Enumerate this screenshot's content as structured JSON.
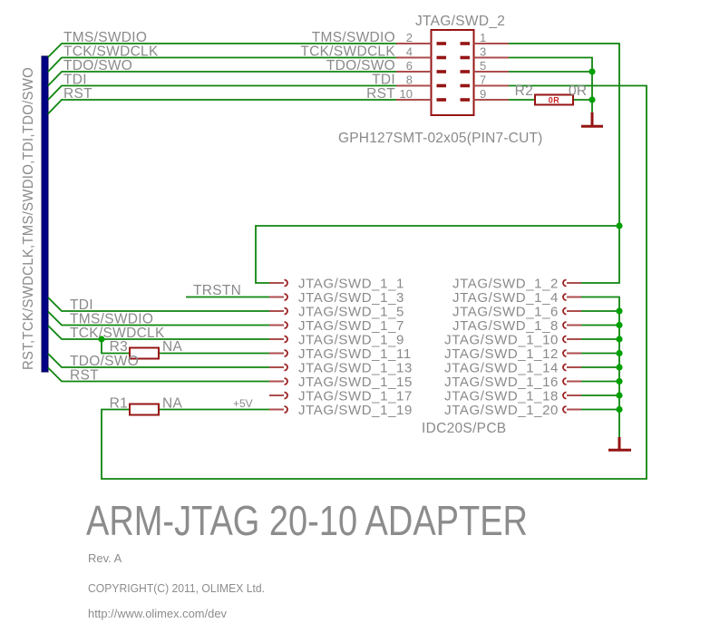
{
  "schematic": {
    "bus_label": "RST,TCK/SWDCLK,TMS/SWDIO,TDI,TDO/SWO",
    "top_connector": {
      "name": "JTAG/SWD_2",
      "package": "GPH127SMT-02x05(PIN7-CUT)",
      "left_pin_numbers": [
        "2",
        "4",
        "6",
        "8",
        "10"
      ],
      "right_pin_numbers": [
        "1",
        "3",
        "5",
        "7",
        "9"
      ],
      "left_pin_nets": [
        "TMS/SWDIO",
        "TCK/SWDCLK",
        "TDO/SWO",
        "TDI",
        "RST"
      ]
    },
    "idc_connector": {
      "name": "IDC20S/PCB",
      "pins_left": [
        "JTAG/SWD_1_1",
        "JTAG/SWD_1_3",
        "JTAG/SWD_1_5",
        "JTAG/SWD_1_7",
        "JTAG/SWD_1_9",
        "JTAG/SWD_1_11",
        "JTAG/SWD_1_13",
        "JTAG/SWD_1_15",
        "JTAG/SWD_1_17",
        "JTAG/SWD_1_19"
      ],
      "pins_right": [
        "JTAG/SWD_1_2",
        "JTAG/SWD_1_4",
        "JTAG/SWD_1_6",
        "JTAG/SWD_1_8",
        "JTAG/SWD_1_10",
        "JTAG/SWD_1_12",
        "JTAG/SWD_1_14",
        "JTAG/SWD_1_16",
        "JTAG/SWD_1_18",
        "JTAG/SWD_1_20"
      ]
    },
    "net_labels": {
      "trstn": "TRSTN",
      "tdi": "TDI",
      "tms": "TMS/SWDIO",
      "tck": "TCK/SWDCLK",
      "tdo": "TDO/SWO",
      "rst": "RST",
      "v5": "+5V"
    },
    "resistors": {
      "r2": {
        "name": "R2",
        "value": "0R",
        "body_text": "0R"
      },
      "r3": {
        "name": "R3",
        "value": "NA"
      },
      "r1": {
        "name": "R1",
        "value": "NA"
      }
    },
    "title_block": {
      "title": "ARM-JTAG 20-10 ADAPTER",
      "revision": "Rev. A",
      "copyright": "COPYRIGHT(C) 2011, OLIMEX Ltd.",
      "url": "http://www.olimex.com/dev"
    },
    "colors": {
      "wire": "#0f850f",
      "junction": "#00a000",
      "symbol": "#961414",
      "pin_stub": "#ad4d4d",
      "bus": "#000087",
      "text": "#8a8a8a",
      "resistor_value": "#cc2222"
    }
  }
}
